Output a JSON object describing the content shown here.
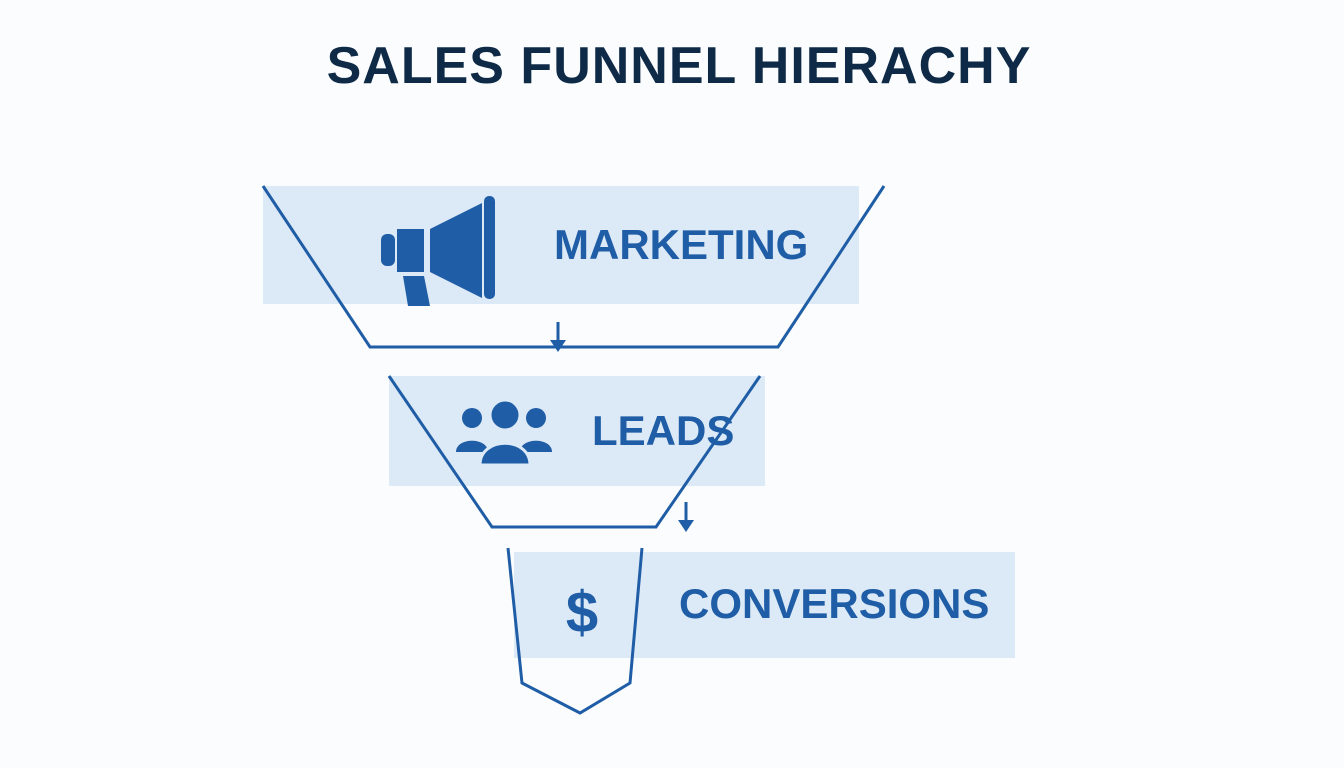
{
  "title": "SALES FUNNEL HIERACHY",
  "colors": {
    "title": "#0e2a47",
    "stroke": "#1f5da6",
    "fill": "#dce9f6",
    "icon": "#1f5da6"
  },
  "stages": [
    {
      "label": "MARKETING",
      "icon": "megaphone-icon"
    },
    {
      "label": "LEADS",
      "icon": "people-group-icon"
    },
    {
      "label": "CONVERSIONS",
      "icon": "dollar-sign-icon"
    }
  ]
}
